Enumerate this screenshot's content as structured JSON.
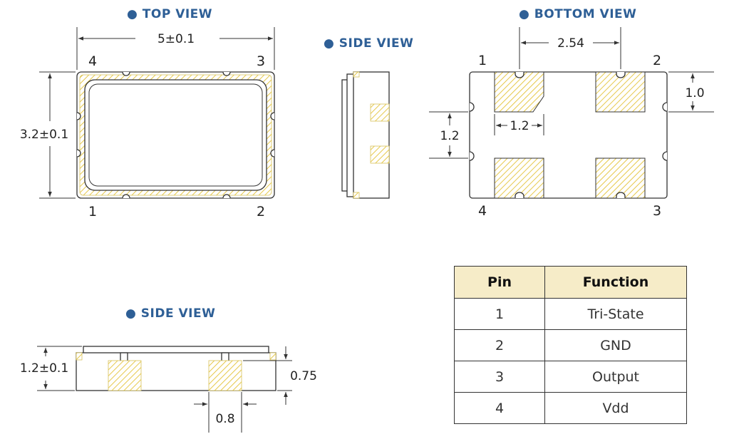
{
  "views": {
    "top": {
      "title": "TOP VIEW",
      "width_dim": "5±0.1",
      "height_dim": "3.2±0.1",
      "pins": [
        "4",
        "3",
        "1",
        "2"
      ]
    },
    "side_small": {
      "title": "SIDE VIEW"
    },
    "bottom": {
      "title": "BOTTOM VIEW",
      "pitch_dim": "2.54",
      "pad_height_dim": "1.0",
      "pad_width_dim": "1.2",
      "pad_gap_dim": "1.2",
      "pins": [
        "1",
        "2",
        "4",
        "3"
      ]
    },
    "side_large": {
      "title": "SIDE VIEW",
      "height_dim": "1.2±0.1",
      "pad_height_dim": "0.75",
      "pad_width_dim": "0.8"
    }
  },
  "bullet": "●",
  "pin_table": {
    "headers": [
      "Pin",
      "Function"
    ],
    "rows": [
      {
        "pin": "1",
        "function": "Tri-State"
      },
      {
        "pin": "2",
        "function": "GND"
      },
      {
        "pin": "3",
        "function": "Output"
      },
      {
        "pin": "4",
        "function": "Vdd"
      }
    ]
  },
  "colors": {
    "title": "#2e5f96",
    "pad_hatch": "#e6c84a",
    "table_header_bg": "#f6ecc8",
    "outline": "#333333"
  }
}
